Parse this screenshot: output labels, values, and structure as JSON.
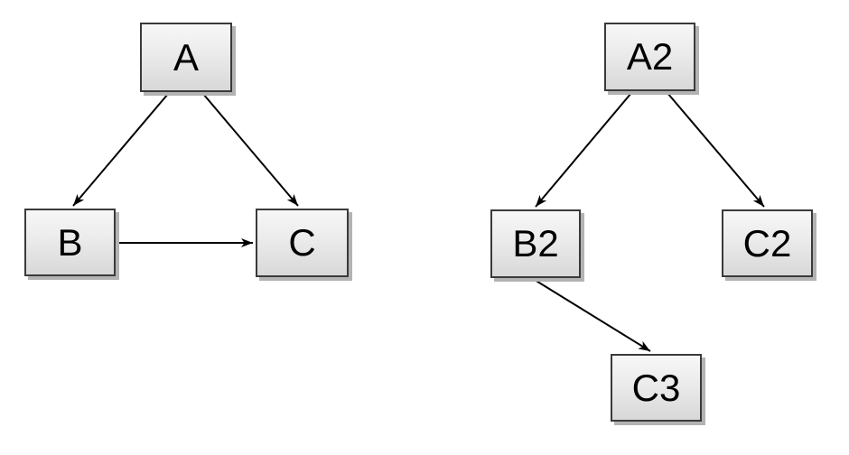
{
  "diagram": {
    "background_color": "#ffffff",
    "left_graph": {
      "nodes": [
        {
          "id": "A",
          "label": "A"
        },
        {
          "id": "B",
          "label": "B"
        },
        {
          "id": "C",
          "label": "C"
        }
      ],
      "edges": [
        {
          "from": "A",
          "to": "B"
        },
        {
          "from": "A",
          "to": "C"
        },
        {
          "from": "B",
          "to": "C"
        }
      ]
    },
    "right_graph": {
      "nodes": [
        {
          "id": "A2",
          "label": "A2"
        },
        {
          "id": "B2",
          "label": "B2"
        },
        {
          "id": "C2",
          "label": "C2"
        },
        {
          "id": "C3",
          "label": "C3"
        }
      ],
      "edges": [
        {
          "from": "A2",
          "to": "B2"
        },
        {
          "from": "A2",
          "to": "C2"
        },
        {
          "from": "B2",
          "to": "C3"
        }
      ]
    },
    "style": {
      "node_fill_top": "#f7f7f7",
      "node_fill_bottom": "#d8d8d8",
      "node_border_color": "#3a3a3a",
      "node_shadow_color": "#b3b3b3",
      "arrow_color": "#000000",
      "label_color": "#000000"
    }
  }
}
